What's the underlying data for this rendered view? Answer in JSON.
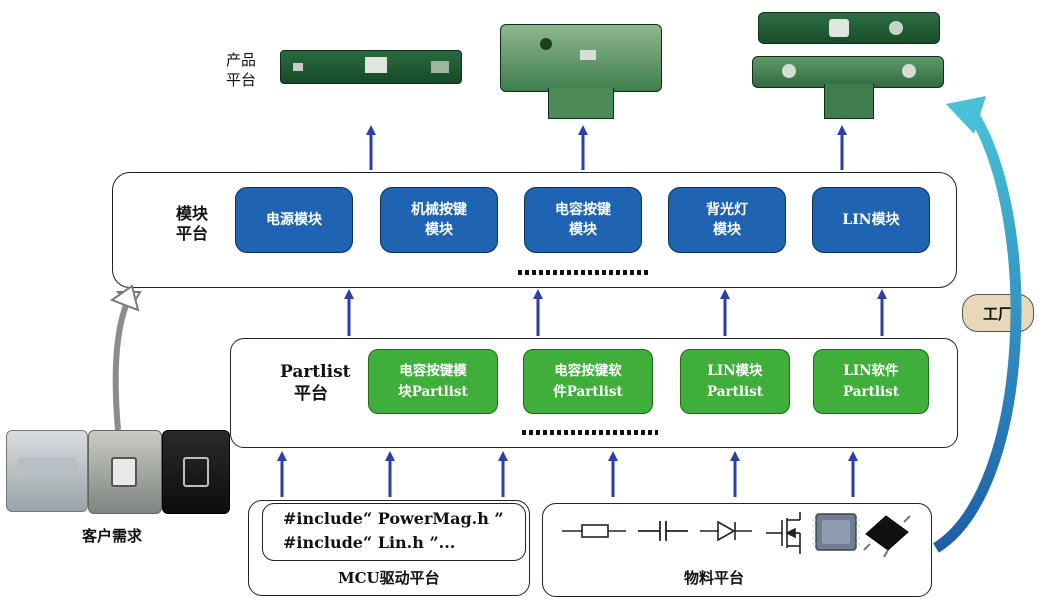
{
  "product_platform": {
    "label": "产品\n平台"
  },
  "module_platform": {
    "label": "模块\n平台",
    "modules": [
      "电源模块",
      "机械按键\n模块",
      "电容按键\n模块",
      "背光灯\n模块",
      "LIN模块"
    ]
  },
  "partlist_platform": {
    "label_line1": "Partlist",
    "label_line2": "平台",
    "items": [
      "电容按键模\n块Partlist",
      "电容按键软\n件Partlist",
      "LIN模块\nPartlist",
      "LIN软件\nPartlist"
    ]
  },
  "mcu_platform": {
    "code_line1": "#include“ PowerMag.h ”",
    "code_line2": "#include“ Lin.h ”...",
    "label": "MCU驱动平台"
  },
  "material_platform": {
    "label": "物料平台",
    "icons": [
      "resistor-icon",
      "capacitor-icon",
      "diode-icon",
      "mosfet-icon",
      "qfp-chip-icon",
      "sot-transistor-icon"
    ]
  },
  "customer": {
    "label": "客户需求"
  },
  "factory": {
    "label": "工厂"
  },
  "colors": {
    "module_blue": "#1f64b3",
    "partlist_green": "#3fae3a",
    "arrow_blue": "#2a3fa8",
    "factory_bg": "#e6d8b8"
  }
}
